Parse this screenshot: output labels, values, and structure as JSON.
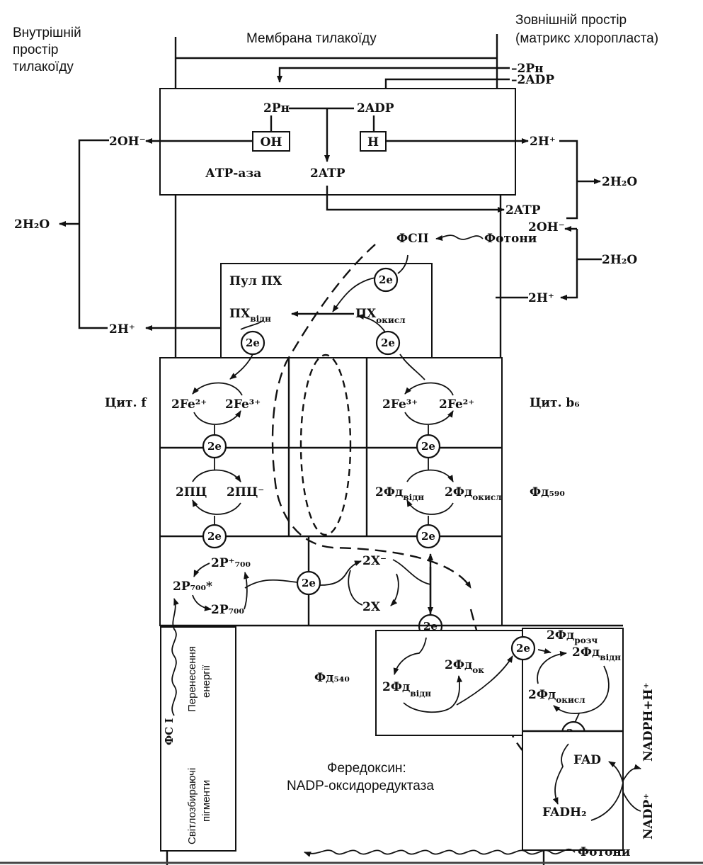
{
  "regions": {
    "inner_space": [
      "Внутрішній",
      "простір",
      "тилакоїду"
    ],
    "membrane": "Мембрана тилакоїду",
    "outer_space": [
      "Зовнішній простір",
      "(матрикс хлоропласта)"
    ]
  },
  "atpase": {
    "label": "АТР-аза",
    "pi": "2Pн",
    "adp": "2ADP",
    "oh_box": "OH",
    "h_box": "H",
    "atp": "2ATP",
    "pi_in": "2Pн",
    "adp_in": "2ADP"
  },
  "ions": {
    "oh_left": "2OH⁻",
    "h2o_left": "2H₂O",
    "h_left": "2H⁺",
    "h_right_top": "2H⁺",
    "h2o_right_top": "2H₂O",
    "atp_out": "2ATP",
    "oh_right": "2OH⁻",
    "h2o_right_bottom": "2H₂O",
    "h_right_bottom": "2H⁺"
  },
  "psii": {
    "label": "ФСII",
    "photons": "Фотони"
  },
  "pq_pool": {
    "title": "Пул ПХ",
    "reduced": "ПХ",
    "reduced_sub": "відн",
    "oxidized": "ПХ",
    "oxidized_sub": "окисл"
  },
  "electron": "2e",
  "cyt_f": {
    "label": "Цит. f",
    "fe2": "2Fe²⁺",
    "fe3": "2Fe³⁺"
  },
  "cyt_b6": {
    "label": "Цит. b₆",
    "fe3": "2Fe³⁺",
    "fe2": "2Fe²⁺"
  },
  "pc": {
    "left": "2ПЦ",
    "right": "2ПЦ⁻"
  },
  "fd590": {
    "label": "Фд₅₉₀",
    "reduced": "2Фд",
    "reduced_sub": "відн",
    "oxidized": "2Фд",
    "oxidized_sub": "окисл"
  },
  "p700": {
    "plus": "2P⁺₇₀₀",
    "excited": "2P₇₀₀*",
    "ground": "2P₇₀₀"
  },
  "x": {
    "minus": "2X⁻",
    "neutral": "2X"
  },
  "ps1": {
    "energy_transfer": [
      "Перенесення",
      "енергії"
    ],
    "label": "ФС I",
    "pigments": [
      "Світлозбираючі",
      "пігменти"
    ]
  },
  "fd540": {
    "label": "Фд₅₄₀",
    "oxidized": "2Фд",
    "oxidized_sub": "ок",
    "reduced": "2Фд",
    "reduced_sub": "відн"
  },
  "soluble_fd": {
    "title": "2Фд",
    "title_sub": "розч",
    "reduced": "2Фд",
    "reduced_sub": "відн",
    "oxidized": "2Фд",
    "oxidized_sub": "окисл"
  },
  "fnr": {
    "label": [
      "Фередоксин:",
      "NADP-оксидоредуктаза"
    ],
    "fad": "FAD",
    "fadh2": "FADH₂",
    "nadph": "NADPH+H⁺",
    "nadp": "NADP⁺"
  },
  "photons_bottom": "Фотони"
}
